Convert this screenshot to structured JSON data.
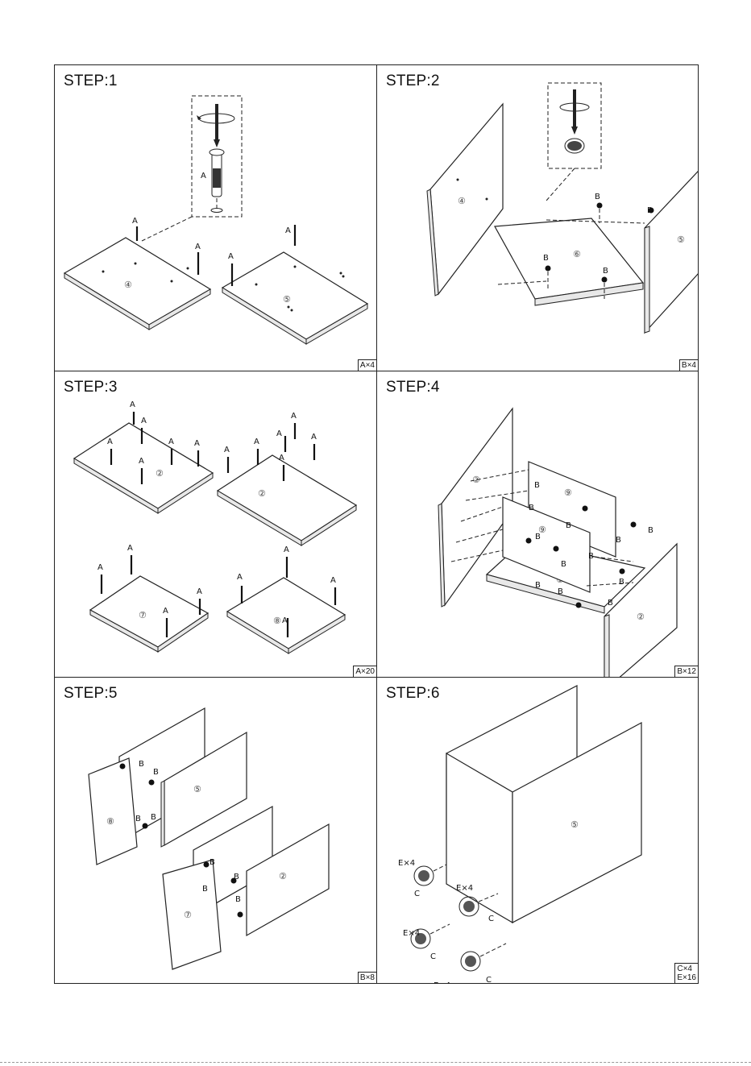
{
  "steps": [
    {
      "title": "STEP:1",
      "parts": [
        "A×4"
      ],
      "letters": {
        "a": "A"
      },
      "numbers": {
        "p4": "④",
        "p5": "⑤"
      }
    },
    {
      "title": "STEP:2",
      "parts": [
        "B×4"
      ],
      "letters": {
        "b": "B"
      },
      "numbers": {
        "p4": "④",
        "p5": "⑤",
        "p6": "⑥"
      }
    },
    {
      "title": "STEP:3",
      "parts": [
        "A×20"
      ],
      "letters": {
        "a": "A"
      },
      "numbers": {
        "p2": "②",
        "p7": "⑦",
        "p8": "⑧"
      }
    },
    {
      "title": "STEP:4",
      "parts": [
        "B×12"
      ],
      "letters": {
        "b": "B"
      },
      "numbers": {
        "p2": "②",
        "p3": "③",
        "p9": "⑨"
      }
    },
    {
      "title": "STEP:5",
      "parts": [
        "B×8"
      ],
      "letters": {
        "b": "B"
      },
      "numbers": {
        "p2": "②",
        "p5": "⑤",
        "p7": "⑦",
        "p8": "⑧"
      }
    },
    {
      "title": "STEP:6",
      "parts": [
        "C×4",
        "E×16"
      ],
      "letters": {
        "c": "C",
        "e4": "E×4"
      },
      "numbers": {
        "p5": "⑤"
      }
    }
  ]
}
